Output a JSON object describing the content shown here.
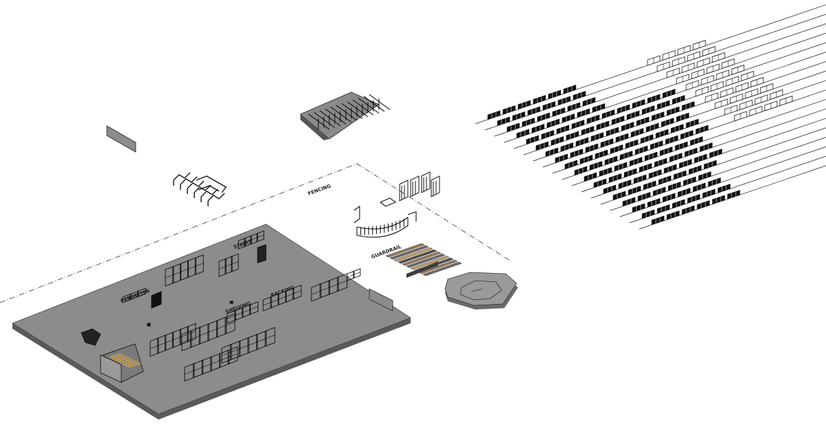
{
  "view": {
    "name": "3D isometric model view",
    "colors": {
      "background": "#ffffff",
      "floor_slab": "#8c8c8c",
      "slab_edge": "#5a5a5a",
      "linework": "#111111",
      "hexagon_pad": "#9a9a9a",
      "material_bars": [
        "#9b7d5a",
        "#6e6e6e",
        "#c9a46a",
        "#505050"
      ]
    }
  },
  "labels": {
    "fencing": "FENCING",
    "group_a": "PERIMETER",
    "group_b": "SHELVING",
    "group_c": "RACKING",
    "group_d": "GUARDRAIL",
    "group_e": "STAIRS"
  }
}
